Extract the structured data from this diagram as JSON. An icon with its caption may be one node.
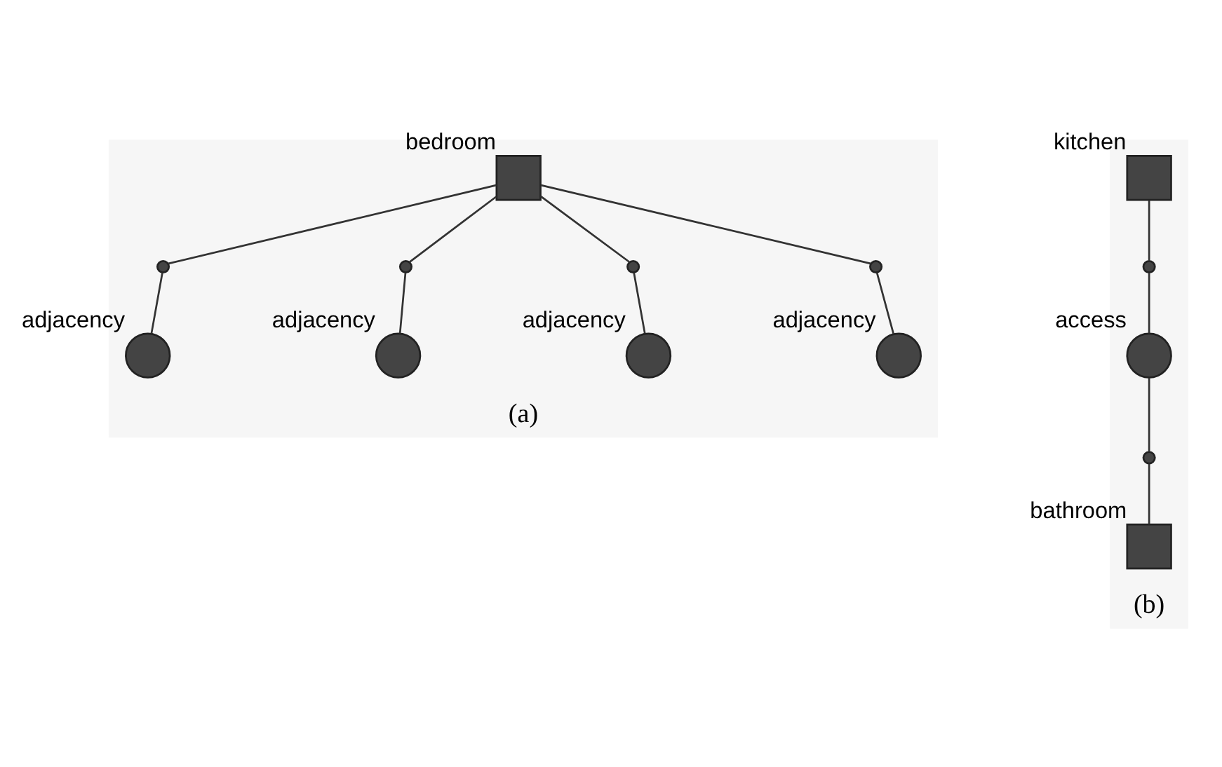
{
  "diagram": {
    "nodes": [
      {
        "text": [
          "(a)"
        ]
      },
      {
        "text": [],
        "shape": "circle",
        "beside": [
          "adjacency"
        ],
        "in": 0
      },
      {
        "text": [],
        "shape": "circle",
        "beside": [
          "adjacency"
        ],
        "in": 0
      },
      {
        "text": [],
        "shape": "circle",
        "in": 0
      },
      {
        "text": [],
        "shape": "circle",
        "in": 0
      },
      {
        "text": [],
        "shape": "box",
        "beside": [
          "bedroom"
        ],
        "in": 0
      },
      {
        "text": [],
        "shape": "circle",
        "in": 0
      },
      {
        "text": [],
        "shape": "circle",
        "in": 0
      },
      {
        "text": [],
        "shape": "circle",
        "beside": [
          "adjacency"
        ],
        "in": 0
      },
      {
        "text": [],
        "shape": "circle",
        "beside": [
          "adjacency"
        ],
        "in": 0
      },
      {
        "text": [
          "(b)"
        ]
      },
      {
        "text": [],
        "shape": "box",
        "beside": [
          "kitchen"
        ],
        "in": 10
      },
      {
        "text": [],
        "shape": "circle",
        "in": 10
      },
      {
        "text": [],
        "shape": "circle",
        "beside": [
          "access"
        ],
        "in": 10
      },
      {
        "text": [],
        "shape": "circle",
        "in": 10
      },
      {
        "text": [],
        "shape": "box",
        "beside": [
          "bathroom"
        ],
        "in": 10
      }
    ],
    "edges": [
      {
        "from": 5,
        "to": 3,
        "arrow": "none"
      },
      {
        "from": 3,
        "to": 1,
        "arrow": "none"
      },
      {
        "from": 5,
        "to": 4,
        "arrow": "none"
      },
      {
        "from": 4,
        "to": 2,
        "arrow": "none"
      },
      {
        "from": 5,
        "to": 6,
        "arrow": "none"
      },
      {
        "from": 6,
        "to": 8,
        "arrow": "none"
      },
      {
        "from": 5,
        "to": 7,
        "arrow": "none"
      },
      {
        "from": 7,
        "to": 9,
        "arrow": "none"
      },
      {
        "from": 11,
        "to": 12,
        "arrow": "none"
      },
      {
        "from": 12,
        "to": 13,
        "arrow": "none"
      },
      {
        "from": 13,
        "to": 14,
        "arrow": "none"
      },
      {
        "from": 14,
        "to": 15,
        "arrow": "none"
      }
    ]
  }
}
